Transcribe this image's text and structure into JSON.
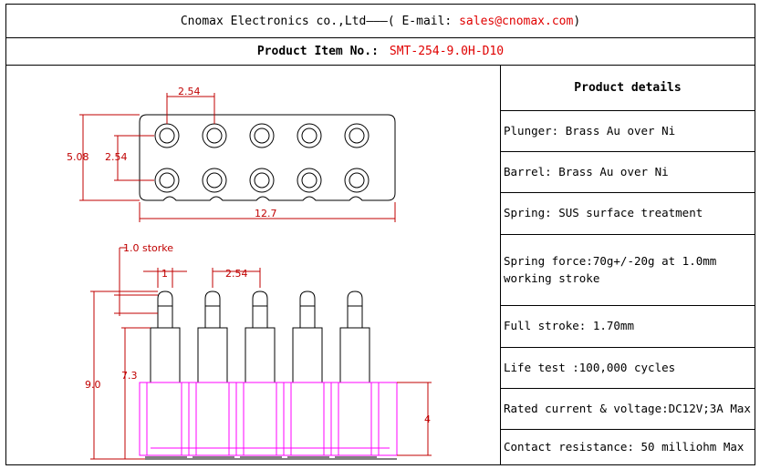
{
  "header": {
    "company_text": "Cnomax Electronics co.,Ltd———( E-mail: ",
    "email": "sales@cnomax.com",
    "close_paren": ")",
    "item_label": "Product Item No.:",
    "item_value": "SMT-254-9.0H-D10"
  },
  "details": {
    "title": "Product details",
    "rows": [
      "Plunger: Brass Au over Ni",
      "Barrel: Brass Au over Ni",
      "Spring: SUS surface treatment",
      "Spring force:70g+/-20g at 1.0mm working stroke",
      "Full stroke: 1.70mm",
      "Life test :100,000 cycles",
      "Rated current & voltage:DC12V;3A Max",
      "Contact resistance: 50 milliohm Max"
    ]
  },
  "drawing": {
    "top_view": {
      "pitch_label": "2.54",
      "row_pitch_label": "2.54",
      "height_label": "5.08",
      "width_label": "12.7"
    },
    "side_view": {
      "stroke_label": "1.0 storke",
      "plunger_label": "1",
      "pitch_label": "2.54",
      "total_height_label": "9.0",
      "body_height_label": "7.3",
      "base_height_label": "4"
    },
    "line_color": "#000000",
    "dimension_color": "#c00000",
    "base_color": "#ff00ff"
  }
}
